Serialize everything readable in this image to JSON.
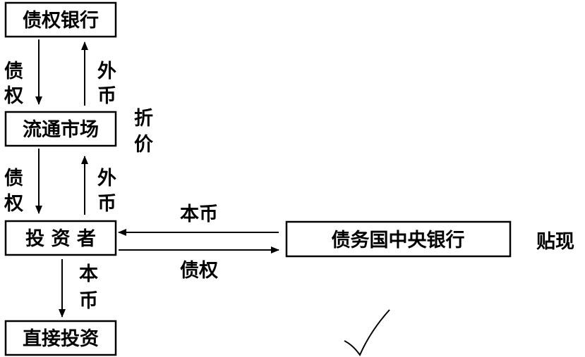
{
  "nodes": {
    "creditor_bank": "债权银行",
    "market": "流通市场",
    "investor": "投 资 者",
    "direct": "直接投资",
    "central_bank": "债务国中央银行"
  },
  "labels": {
    "claim1": [
      "债",
      "权"
    ],
    "fx1": [
      "外",
      "币"
    ],
    "discount": [
      "折",
      "价"
    ],
    "claim2": [
      "债",
      "权"
    ],
    "fx2": [
      "外",
      "币"
    ],
    "local_top": "本币",
    "claim_bottom": "债权",
    "local_down": [
      "本",
      "币"
    ],
    "rediscount": "贴现"
  }
}
